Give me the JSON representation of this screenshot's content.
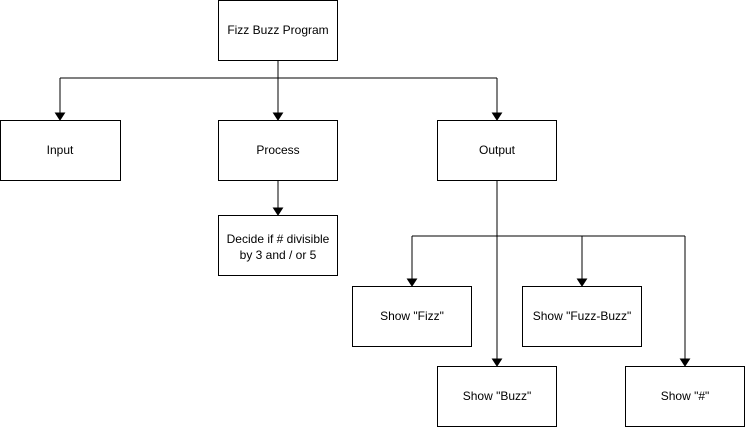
{
  "diagram": {
    "nodes": {
      "root": {
        "label": "Fizz Buzz Program"
      },
      "input": {
        "label": "Input"
      },
      "process": {
        "label": "Process"
      },
      "output": {
        "label": "Output"
      },
      "decide": {
        "line1": "Decide if # divisible",
        "line2": "by 3 and / or 5"
      },
      "fizz": {
        "label": "Show \"Fizz\""
      },
      "fizzbuzz": {
        "label": "Show \"Fuzz-Buzz\""
      },
      "buzz": {
        "label": "Show \"Buzz\""
      },
      "hash": {
        "label": "Show \"#\""
      }
    },
    "colors": {
      "line": "#000000",
      "box_fill": "#ffffff",
      "text": "#000000"
    }
  }
}
